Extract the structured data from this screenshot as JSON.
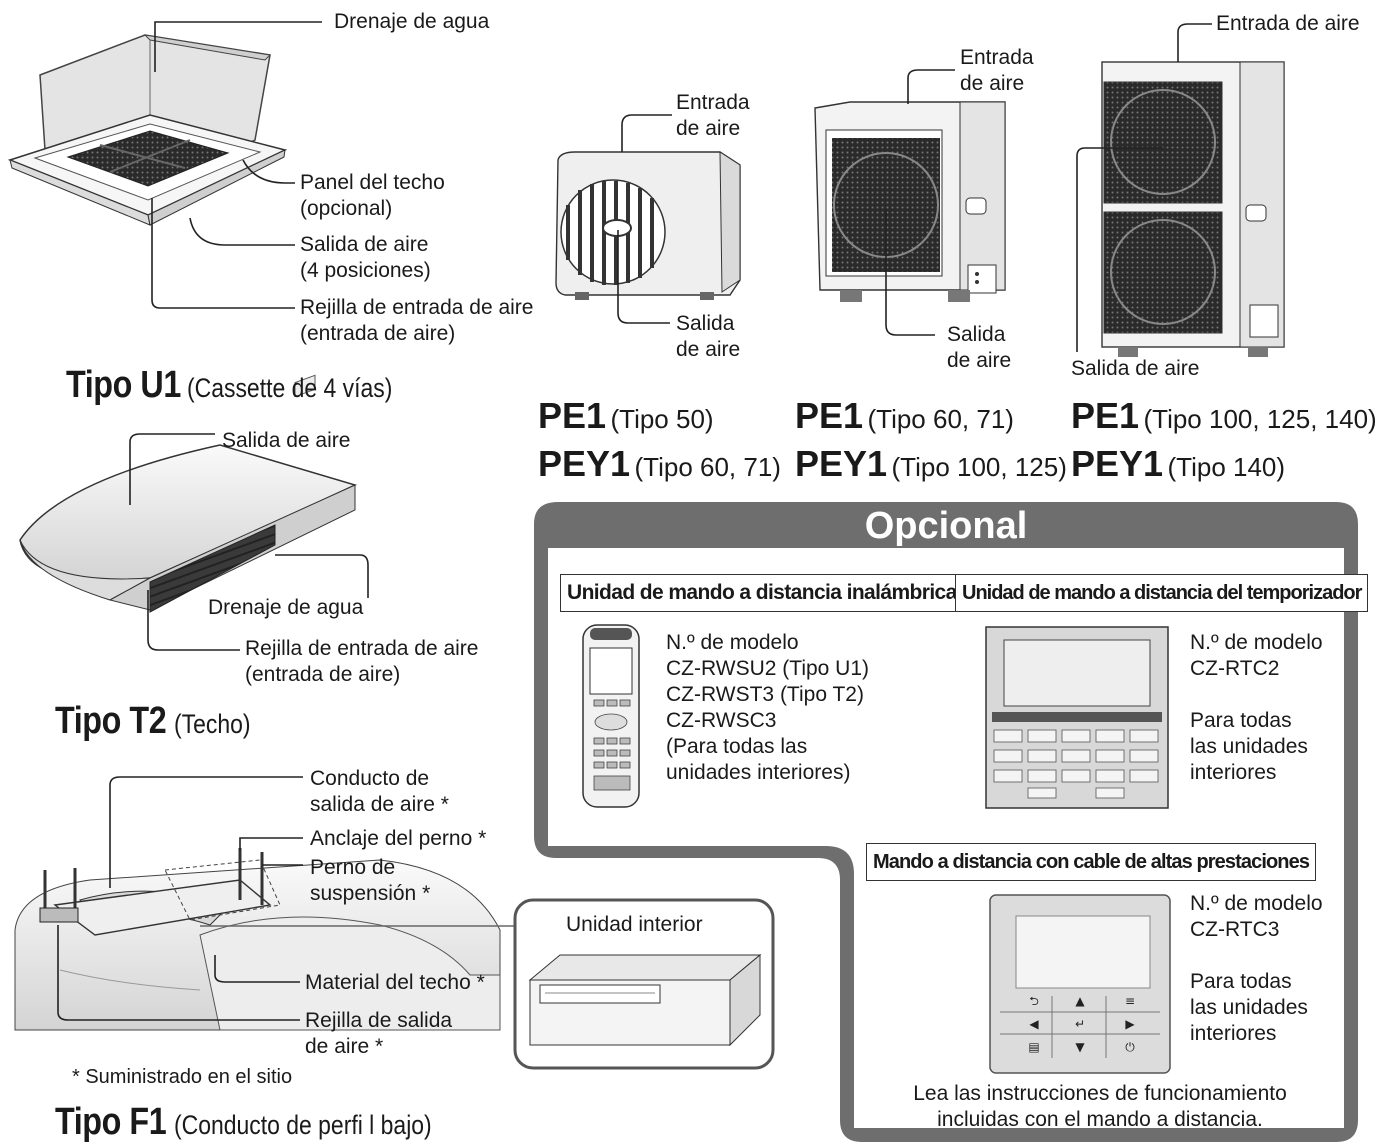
{
  "u1": {
    "callouts": [
      "Drenaje de agua",
      "Panel del techo\n(opcional)",
      "Salida de aire\n(4 posiciones)",
      "Rejilla de entrada de aire\n(entrada de aire)"
    ],
    "title": "Tipo U1",
    "subtitle": "(Cassette de 4 vías)"
  },
  "t2": {
    "callouts": [
      "Salida de aire",
      "Drenaje de agua",
      "Rejilla de entrada de aire\n(entrada de aire)"
    ],
    "title": "Tipo T2",
    "subtitle": "(Techo)"
  },
  "f1": {
    "callouts": [
      "Conducto de\nsalida de aire *",
      "Anclaje del perno *",
      "Perno de\nsuspensión *",
      "Material del techo *",
      "Rejilla de salida\nde aire *"
    ],
    "inset_label": "Unidad interior",
    "footnote": "* Suministrado en el sitio",
    "title": "Tipo F1",
    "subtitle": "(Conducto de perfi l bajo)"
  },
  "outdoor": {
    "small_unit": {
      "inlet": "Entrada\nde aire",
      "outlet": "Salida\nde aire"
    },
    "medium_unit": {
      "inlet": "Entrada\nde aire",
      "outlet": "Salida\nde aire"
    },
    "large_unit": {
      "inlet": "Entrada de aire",
      "outlet": "Salida de aire"
    },
    "models": [
      {
        "pe_name": "PE1",
        "pe_types": "(Tipo 50)",
        "pey_name": "PEY1",
        "pey_types": "(Tipo 60, 71)"
      },
      {
        "pe_name": "PE1",
        "pe_types": "(Tipo 60, 71)",
        "pey_name": "PEY1",
        "pey_types": "(Tipo 100, 125)"
      },
      {
        "pe_name": "PE1",
        "pe_types": "(Tipo 100, 125, 140)",
        "pey_name": "PEY1",
        "pey_types": "(Tipo 140)"
      }
    ]
  },
  "optional": {
    "title": "Opcional",
    "wireless": {
      "label": "Unidad de mando a distancia inalámbrica",
      "text": "N.º de modelo\nCZ-RWSU2 (Tipo U1)\nCZ-RWST3 (Tipo T2)\nCZ-RWSC3\n(Para todas las\nunidades interiores)"
    },
    "timer": {
      "label": "Unidad de mando a distancia del temporizador",
      "text": "N.º de modelo\nCZ-RTC2\n\nPara todas\nlas unidades\ninteriores"
    },
    "wired": {
      "label": "Mando a distancia con cable de altas prestaciones",
      "text": "N.º de modelo\nCZ-RTC3\n\nPara todas\nlas unidades\ninteriores"
    },
    "note": "Lea las instrucciones de funcionamiento\nincluidas con el mando a distancia."
  },
  "colors": {
    "frame": "#6e6e6e",
    "ink": "#1a1a1a",
    "panel": "#ffffff",
    "unit": "#f2f2f2"
  }
}
